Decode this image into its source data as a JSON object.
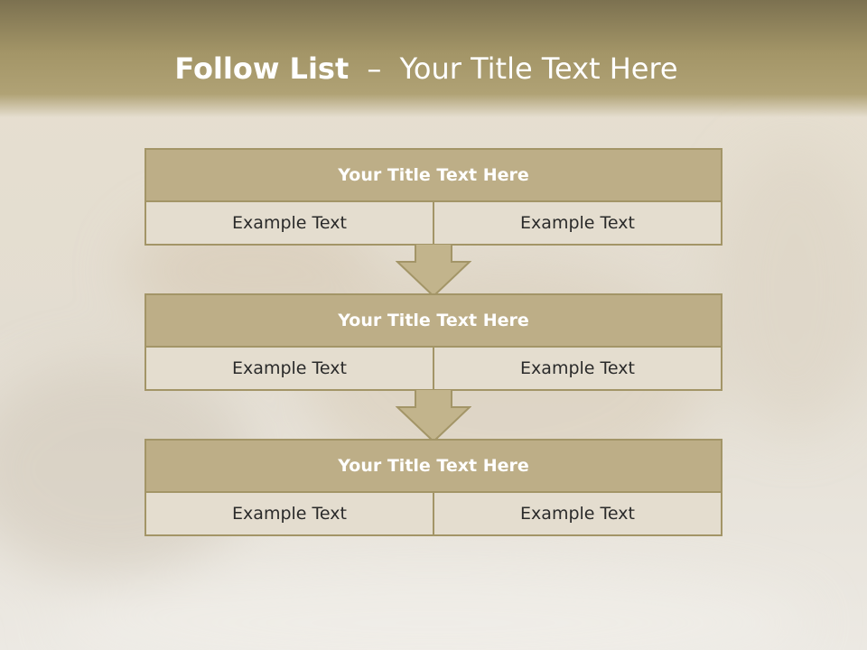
{
  "slide": {
    "title_bold": "Follow List",
    "title_sep": "–",
    "title_rest": "Your Title Text Here"
  },
  "steps": [
    {
      "title": "Your Title Text Here",
      "left": "Example Text",
      "right": "Example Text"
    },
    {
      "title": "Your Title Text Here",
      "left": "Example Text",
      "right": "Example Text"
    },
    {
      "title": "Your Title Text Here",
      "left": "Example Text",
      "right": "Example Text"
    }
  ],
  "colors": {
    "accent": "#a39567",
    "header_fill": "#b4a476",
    "cell_fill": "#e4ddcf",
    "text_dark": "#2a2a2a"
  }
}
